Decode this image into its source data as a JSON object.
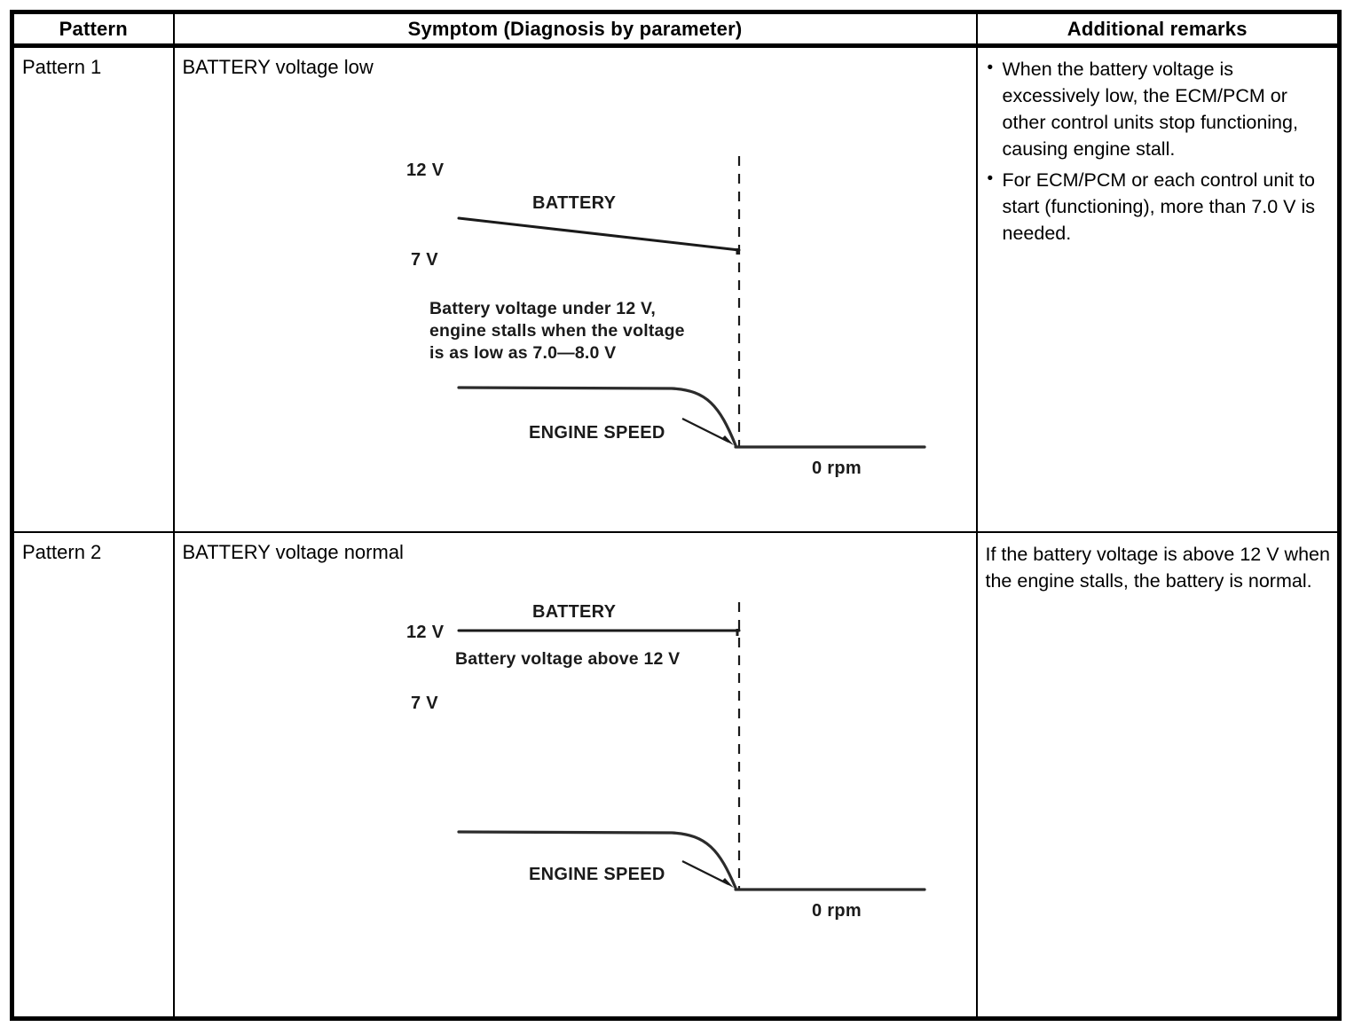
{
  "table": {
    "headers": {
      "pattern": "Pattern",
      "symptom": "Symptom (Diagnosis by parameter)",
      "remarks": "Additional remarks"
    },
    "rows": [
      {
        "pattern": "Pattern 1",
        "symptom_title": "BATTERY voltage low",
        "graph": {
          "axis_top_label": "12 V",
          "axis_bottom_label": "7 V",
          "battery_series_label": "BATTERY",
          "engine_series_label": "ENGINE SPEED",
          "zero_rpm_label": "0 rpm",
          "note_lines": [
            "Battery voltage under 12 V,",
            "engine stalls when the voltage",
            "is as low as 7.0—8.0 V"
          ]
        },
        "remarks_bullets": [
          "When the battery voltage is excessively low, the ECM/PCM or other control units stop functioning, causing engine stall.",
          "For ECM/PCM or each control unit to start (functioning), more than 7.0 V is needed."
        ],
        "remarks_plain": ""
      },
      {
        "pattern": "Pattern 2",
        "symptom_title": "BATTERY voltage normal",
        "graph": {
          "axis_top_label": "12 V",
          "axis_bottom_label": "7 V",
          "battery_series_label": "BATTERY",
          "engine_series_label": "ENGINE SPEED",
          "zero_rpm_label": "0 rpm",
          "note_lines": [
            "Battery voltage above 12 V"
          ]
        },
        "remarks_bullets": [],
        "remarks_plain": "If the battery voltage is above 12 V when the engine stalls, the battery is normal."
      }
    ]
  },
  "chart_data": [
    {
      "type": "line",
      "title": "BATTERY voltage low",
      "ylabel": "",
      "xlabel": "",
      "ytick_labels": [
        "12 V",
        "7 V"
      ],
      "annotations": [
        "Battery voltage under 12 V, engine stalls when the voltage is as low as 7.0—8.0 V",
        "0 rpm"
      ],
      "legend": [
        "BATTERY",
        "ENGINE SPEED"
      ],
      "grid": false,
      "series": [
        {
          "name": "BATTERY",
          "description": "Battery voltage decays steadily from just under 12 V down to about 7-8 V at the stall moment",
          "points": [
            [
              0,
              10.6
            ],
            [
              100,
              8.2
            ]
          ],
          "start_value_v": 10.6,
          "end_value_v": 8.0
        },
        {
          "name": "ENGINE SPEED",
          "description": "Engine speed holds steady then drops sharply to 0 rpm at the stall moment",
          "points": [
            [
              0,
              1
            ],
            [
              60,
              1
            ],
            [
              85,
              0.6
            ],
            [
              100,
              0
            ],
            [
              170,
              0
            ]
          ],
          "stall_value_rpm": 0
        }
      ],
      "stall_marker": "dashed vertical line at stall moment"
    },
    {
      "type": "line",
      "title": "BATTERY voltage normal",
      "ylabel": "",
      "xlabel": "",
      "ytick_labels": [
        "12 V",
        "7 V"
      ],
      "annotations": [
        "Battery voltage above 12 V",
        "0 rpm"
      ],
      "legend": [
        "BATTERY",
        "ENGINE SPEED"
      ],
      "grid": false,
      "series": [
        {
          "name": "BATTERY",
          "description": "Battery voltage stays flat at or above 12 V through the stall moment",
          "points": [
            [
              0,
              12
            ],
            [
              100,
              12
            ]
          ],
          "start_value_v": 12,
          "end_value_v": 12
        },
        {
          "name": "ENGINE SPEED",
          "description": "Engine speed holds steady then drops sharply to 0 rpm at the stall moment",
          "points": [
            [
              0,
              1
            ],
            [
              60,
              1
            ],
            [
              85,
              0.6
            ],
            [
              100,
              0
            ],
            [
              170,
              0
            ]
          ],
          "stall_value_rpm": 0
        }
      ],
      "stall_marker": "dashed vertical line at stall moment"
    }
  ]
}
